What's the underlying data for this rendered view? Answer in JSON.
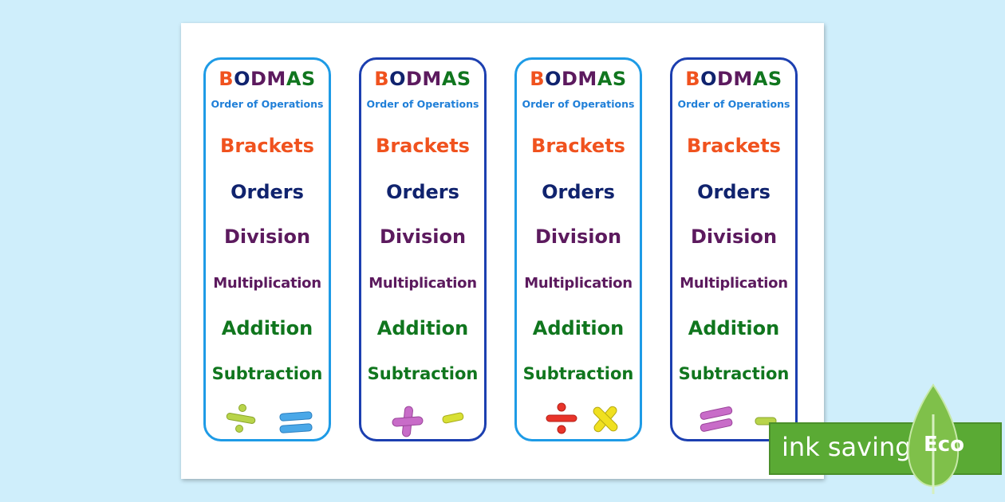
{
  "bookmarks": [
    {
      "title_letters": [
        "B",
        "O",
        "D",
        "M",
        "A",
        "S"
      ],
      "subtitle": "Order of Operations",
      "words": [
        "Brackets",
        "Orders",
        "Division",
        "Multiplication",
        "Addition",
        "Subtraction"
      ],
      "symbols": [
        "divide",
        "equals"
      ],
      "border": "light"
    },
    {
      "title_letters": [
        "B",
        "O",
        "D",
        "M",
        "A",
        "S"
      ],
      "subtitle": "Order of Operations",
      "words": [
        "Brackets",
        "Orders",
        "Division",
        "Multiplication",
        "Addition",
        "Subtraction"
      ],
      "symbols": [
        "plus",
        "minus"
      ],
      "border": "dark"
    },
    {
      "title_letters": [
        "B",
        "O",
        "D",
        "M",
        "A",
        "S"
      ],
      "subtitle": "Order of Operations",
      "words": [
        "Brackets",
        "Orders",
        "Division",
        "Multiplication",
        "Addition",
        "Subtraction"
      ],
      "symbols": [
        "divide",
        "times"
      ],
      "border": "light"
    },
    {
      "title_letters": [
        "B",
        "O",
        "D",
        "M",
        "A",
        "S"
      ],
      "subtitle": "Order of Operations",
      "words": [
        "Brackets",
        "Orders",
        "Division",
        "Multiplication",
        "Addition",
        "Subtraction"
      ],
      "symbols": [
        "equals",
        "minus"
      ],
      "border": "dark"
    }
  ],
  "title_colors": [
    "#f0521e",
    "#10236e",
    "#5c1a5e",
    "#5c1a5e",
    "#10761e",
    "#10761e"
  ],
  "symbol_colors": {
    "bookmark_1": [
      "#b8d44a",
      "#4aa8e8"
    ],
    "bookmark_2": [
      "#c86cc8",
      "#d8e034"
    ],
    "bookmark_3": [
      "#e8342a",
      "#f0e020"
    ],
    "bookmark_4": [
      "#c86cc8",
      "#b8d44a"
    ]
  },
  "eco_badge": {
    "label": "ink saving",
    "eco": "Eco",
    "color": "#5aaa34"
  }
}
